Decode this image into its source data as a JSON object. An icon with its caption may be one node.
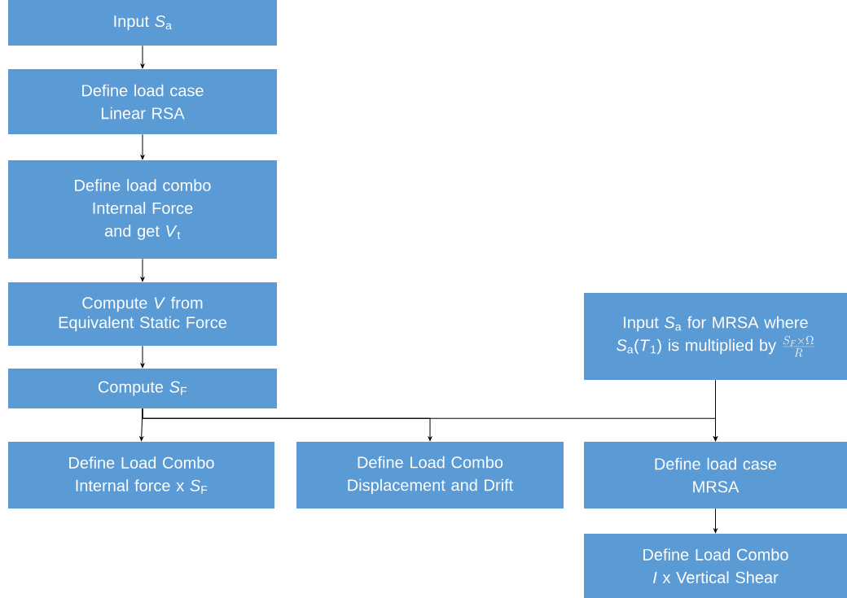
{
  "diagram": {
    "nodes": [
      {
        "text": [
          "Input *S*$_{a}$"
        ]
      },
      {
        "text": [
          "Define load case",
          "Linear RSA"
        ]
      },
      {
        "text": [
          "Define load combo",
          "Internal Force",
          "and get *V*$_{t}$"
        ]
      },
      {
        "text": [
          "Compute *V* from Equivalent Static Force"
        ]
      },
      {
        "text": [
          "Compute *S*$_{F}$"
        ]
      },
      {
        "text": [
          "Input *S*$_{a}$ for MRSA where",
          "*S*$_{a}$(*T*$_{1}$) is multiplied by",
          "\\frac{S_F\\times\\Omega}{R}"
        ]
      },
      {
        "text": [
          "Define Load Combo",
          "Internal force x *S*$_{F}$"
        ]
      },
      {
        "text": [
          "Define Load Combo",
          "Displacement and Drift"
        ]
      },
      {
        "text": [
          "Define load case",
          "MRSA"
        ]
      },
      {
        "text": [
          "Define Load Combo",
          "*I* x Vertical Shear"
        ]
      }
    ],
    "edges": [
      {
        "from": 0,
        "to": 1,
        "arrow": "to"
      },
      {
        "from": 1,
        "to": 2,
        "arrow": "to"
      },
      {
        "from": 2,
        "to": 3,
        "arrow": "to"
      },
      {
        "from": 3,
        "to": 4,
        "arrow": "to"
      },
      {
        "from": 4,
        "to": 6,
        "arrow": "to"
      },
      {
        "from": 4,
        "to": 7,
        "arrow": "to"
      },
      {
        "from": 4,
        "to": 8,
        "arrow": "to"
      },
      {
        "from": 5,
        "to": 8,
        "arrow": "to"
      },
      {
        "from": 8,
        "to": 9,
        "arrow": "to"
      }
    ]
  }
}
